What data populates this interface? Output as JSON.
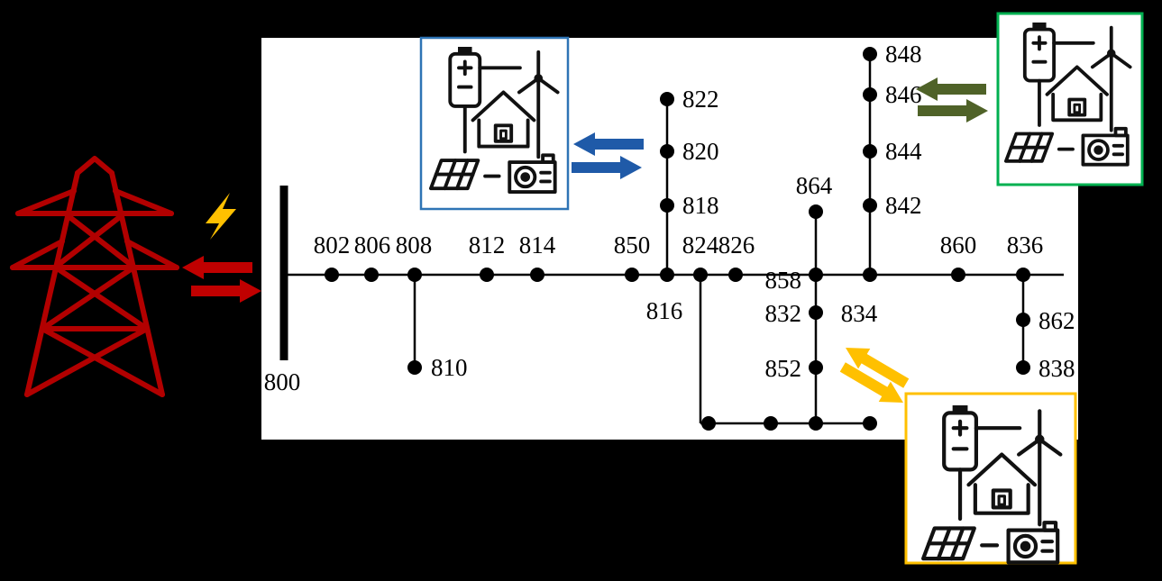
{
  "figure": {
    "kind": "power-system-diagram",
    "subject": "IEEE 34-bus distribution feeder with three microgrids and main grid exchange"
  },
  "feeder": {
    "labels": {
      "b800": "800",
      "b802": "802",
      "b806": "806",
      "b808": "808",
      "b810": "810",
      "b812": "812",
      "b814": "814",
      "b816": "816",
      "b818": "818",
      "b820": "820",
      "b822": "822",
      "b824": "824",
      "b826": "826",
      "b832": "832",
      "b834": "834",
      "b836": "836",
      "b838": "838",
      "b842": "842",
      "b844": "844",
      "b846": "846",
      "b848": "848",
      "b850": "850",
      "b852": "852",
      "b858": "858",
      "b860": "860",
      "b862": "862",
      "b864": "864"
    }
  },
  "icons": {
    "transmission-tower-icon": "red lattice high-voltage tower (CSS/SVG shape)",
    "lightning-bolt-icon": "⚡ yellow bolt",
    "exchange-arrows-icon": "⇄ paired block arrows (bidirectional power flow)",
    "microgrid-icon": "battery + house + wind-turbine + solar-panel + generator line art"
  },
  "colors": {
    "background": "#000000",
    "panel_white": "#ffffff",
    "network_black": "#000000",
    "tower_red": "#b20000",
    "grid_arrow_red": "#c00000",
    "bolt_yellow": "#ffc000",
    "microgrid1_border_blue": "#2e74b5",
    "microgrid1_arrow_blue": "#1f5aa8",
    "microgrid2_border_green": "#00b050",
    "microgrid2_arrow_olive": "#4f6228",
    "microgrid3_border_yellow": "#ffc000",
    "microgrid3_arrow_yellow": "#ffc000"
  }
}
